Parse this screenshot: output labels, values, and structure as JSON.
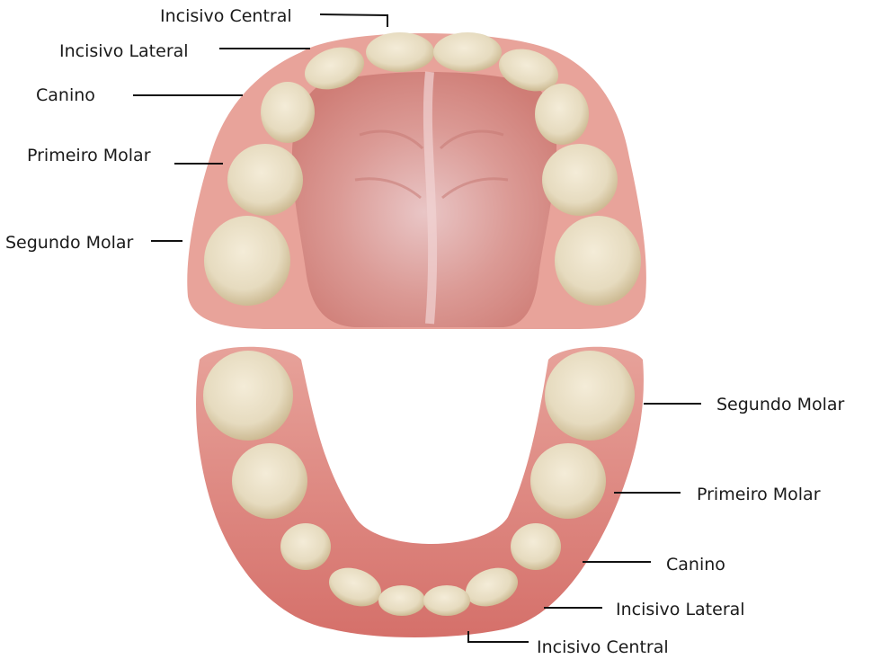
{
  "upper_arch": {
    "labels": {
      "central_incisor": "Incisivo Central",
      "lateral_incisor": "Incisivo Lateral",
      "canine": "Canino",
      "first_molar": "Primeiro Molar",
      "second_molar": "Segundo Molar"
    }
  },
  "lower_arch": {
    "labels": {
      "second_molar": "Segundo Molar",
      "first_molar": "Primeiro Molar",
      "canine": "Canino",
      "lateral_incisor": "Incisivo Lateral",
      "central_incisor": "Incisivo Central"
    }
  },
  "colors": {
    "gum": "#e8a39a",
    "gum_dark": "#d9736b",
    "palate": "#d98c86",
    "tooth": "#ece3cd",
    "tooth_shadow": "#d3c49f",
    "leader": "#111111",
    "text": "#1a1a1a"
  }
}
